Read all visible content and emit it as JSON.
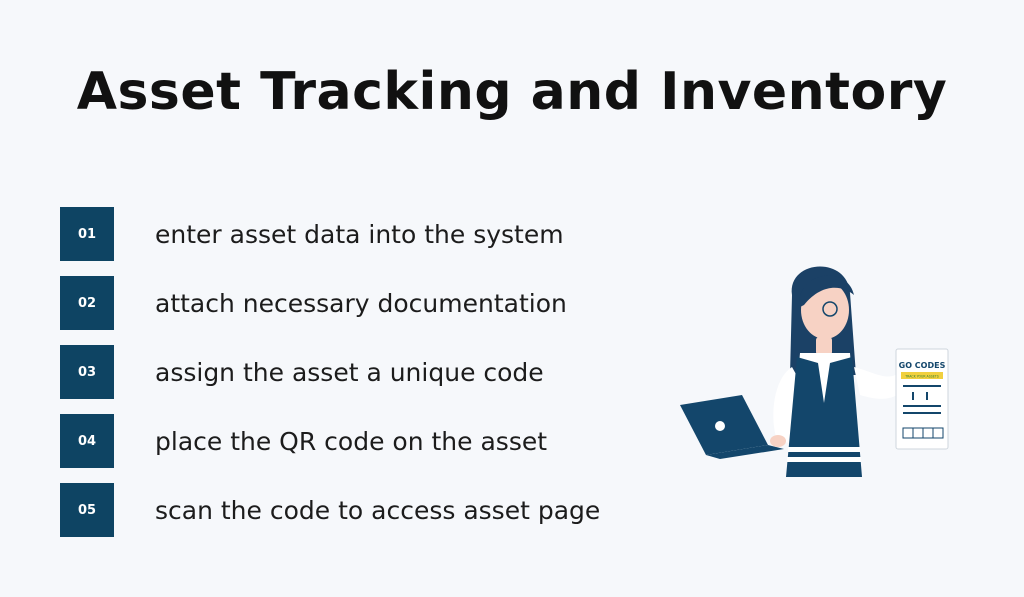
{
  "title": "Asset Tracking and Inventory",
  "steps": [
    {
      "number": "01",
      "text": "enter asset data into the system"
    },
    {
      "number": "02",
      "text": "attach necessary documentation"
    },
    {
      "number": "03",
      "text": "assign the asset a unique code"
    },
    {
      "number": "04",
      "text": "place the QR code on the asset"
    },
    {
      "number": "05",
      "text": "scan the code to access asset page"
    }
  ],
  "illustration": {
    "tag_brand": "GO CODES",
    "tag_tagline": "TRACK YOUR ASSETS"
  },
  "colors": {
    "background": "#f6f8fb",
    "title_text": "#111111",
    "step_text": "#1c1c1c",
    "badge_bg": "#0e4463",
    "badge_text": "#ffffff",
    "navy": "#13466b",
    "skin": "#f7d2c4",
    "hair": "#1b4166",
    "tag_yellow": "#f1d03f",
    "tag_green": "#2e7d32"
  }
}
